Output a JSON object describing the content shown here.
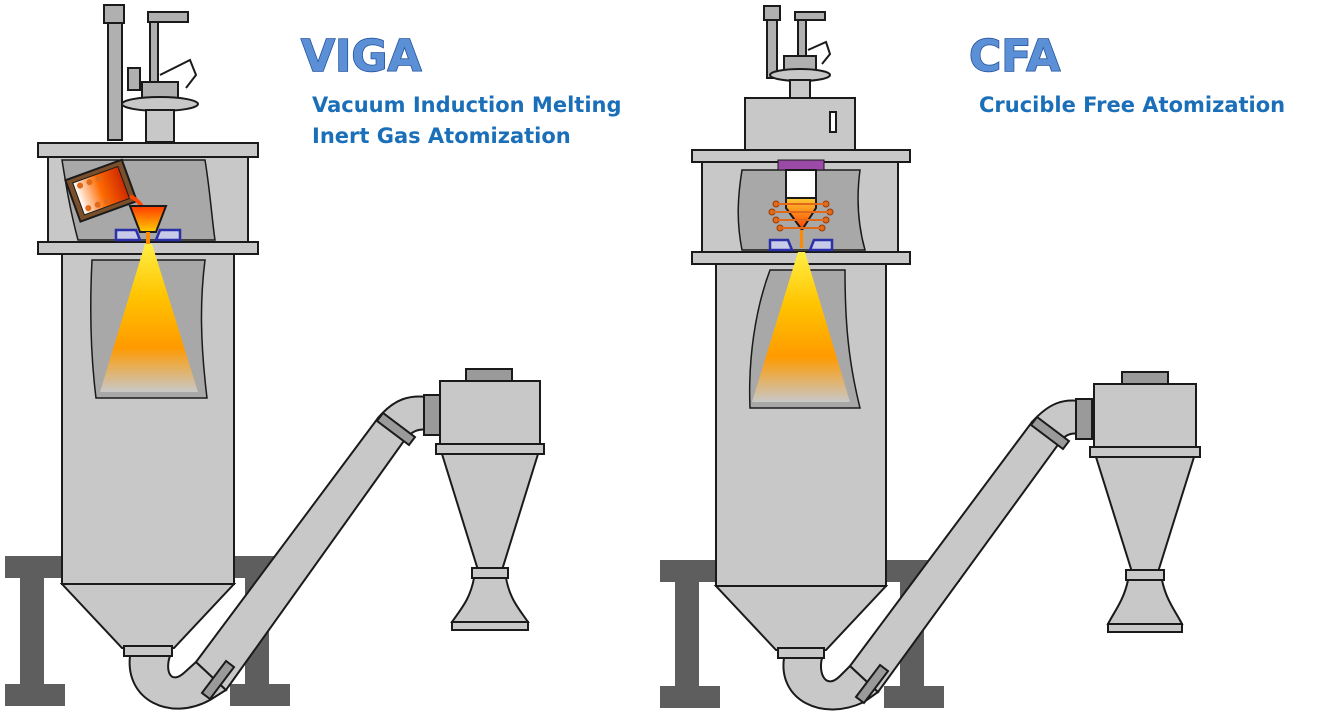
{
  "viga": {
    "title": "VIGA",
    "subtitle_line1": "Vacuum Induction Melting",
    "subtitle_line2": "Inert Gas Atomization"
  },
  "cfa": {
    "title": "CFA",
    "subtitle_line1": "Crucible Free Atomization"
  },
  "colors": {
    "title_fill": "#5b8fd6",
    "title_stroke": "#1f4f9a",
    "subtitle": "#1a6fb8",
    "steel": "#c8c8c8",
    "frame": "#5e5e5e",
    "melt": "#ff6a00",
    "spray": "#ffb000",
    "nozzle": "#2b2fa8",
    "coil": "#e06a1a",
    "electrode_seal": "#9b4aa8"
  }
}
